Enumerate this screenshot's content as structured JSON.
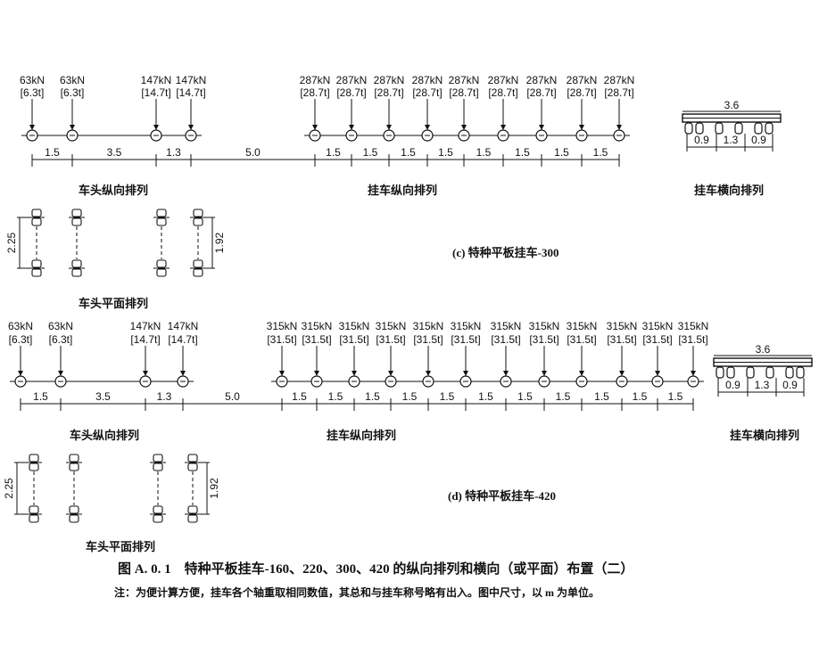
{
  "panel_c": {
    "tractor_loads": [
      {
        "force": "63kN",
        "mass": "[6.3t]"
      },
      {
        "force": "63kN",
        "mass": "[6.3t]"
      },
      {
        "force": "147kN",
        "mass": "[14.7t]"
      },
      {
        "force": "147kN",
        "mass": "[14.7t]"
      }
    ],
    "trailer_loads": [
      {
        "force": "287kN",
        "mass": "[28.7t]"
      },
      {
        "force": "287kN",
        "mass": "[28.7t]"
      },
      {
        "force": "287kN",
        "mass": "[28.7t]"
      },
      {
        "force": "287kN",
        "mass": "[28.7t]"
      },
      {
        "force": "287kN",
        "mass": "[28.7t]"
      },
      {
        "force": "287kN",
        "mass": "[28.7t]"
      },
      {
        "force": "287kN",
        "mass": "[28.7t]"
      },
      {
        "force": "287kN",
        "mass": "[28.7t]"
      },
      {
        "force": "287kN",
        "mass": "[28.7t]"
      }
    ],
    "tractor_spacings": [
      "1.5",
      "3.5",
      "1.3"
    ],
    "gap_spacing": "5.0",
    "trailer_spacings": [
      "1.5",
      "1.5",
      "1.5",
      "1.5",
      "1.5",
      "1.5",
      "1.5",
      "1.5"
    ],
    "transverse": {
      "width": "3.6",
      "spacings": [
        "0.9",
        "1.3",
        "0.9"
      ]
    },
    "plan_dims": {
      "left": "2.25",
      "right": "1.92"
    },
    "labels": {
      "tractor_long": "车头纵向排列",
      "trailer_long": "挂车纵向排列",
      "trailer_trans": "挂车横向排列",
      "tractor_plan": "车头平面排列",
      "caption": "(c) 特种平板挂车-300"
    }
  },
  "panel_d": {
    "tractor_loads": [
      {
        "force": "63kN",
        "mass": "[6.3t]"
      },
      {
        "force": "63kN",
        "mass": "[6.3t]"
      },
      {
        "force": "147kN",
        "mass": "[14.7t]"
      },
      {
        "force": "147kN",
        "mass": "[14.7t]"
      }
    ],
    "trailer_loads": [
      {
        "force": "315kN",
        "mass": "[31.5t]"
      },
      {
        "force": "315kN",
        "mass": "[31.5t]"
      },
      {
        "force": "315kN",
        "mass": "[31.5t]"
      },
      {
        "force": "315kN",
        "mass": "[31.5t]"
      },
      {
        "force": "315kN",
        "mass": "[31.5t]"
      },
      {
        "force": "315kN",
        "mass": "[31.5t]"
      },
      {
        "force": "315kN",
        "mass": "[31.5t]"
      },
      {
        "force": "315kN",
        "mass": "[31.5t]"
      },
      {
        "force": "315kN",
        "mass": "[31.5t]"
      },
      {
        "force": "315kN",
        "mass": "[31.5t]"
      },
      {
        "force": "315kN",
        "mass": "[31.5t]"
      },
      {
        "force": "315kN",
        "mass": "[31.5t]"
      }
    ],
    "tractor_spacings": [
      "1.5",
      "3.5",
      "1.3"
    ],
    "gap_spacing": "5.0",
    "trailer_spacings": [
      "1.5",
      "1.5",
      "1.5",
      "1.5",
      "1.5",
      "1.5",
      "1.5",
      "1.5",
      "1.5",
      "1.5",
      "1.5"
    ],
    "transverse": {
      "width": "3.6",
      "spacings": [
        "0.9",
        "1.3",
        "0.9"
      ]
    },
    "plan_dims": {
      "left": "2.25",
      "right": "1.92"
    },
    "labels": {
      "tractor_long": "车头纵向排列",
      "trailer_long": "挂车纵向排列",
      "trailer_trans": "挂车横向排列",
      "tractor_plan": "车头平面排列",
      "caption": "(d) 特种平板挂车-420"
    }
  },
  "figure": {
    "title": "图 A. 0. 1　特种平板挂车-160、220、300、420 的纵向排列和横向（或平面）布置（二）",
    "note": "注：为便计算方便，挂车各个轴重取相同数值，其总和与挂车称号略有出入。图中尺寸，以 m 为单位。"
  }
}
